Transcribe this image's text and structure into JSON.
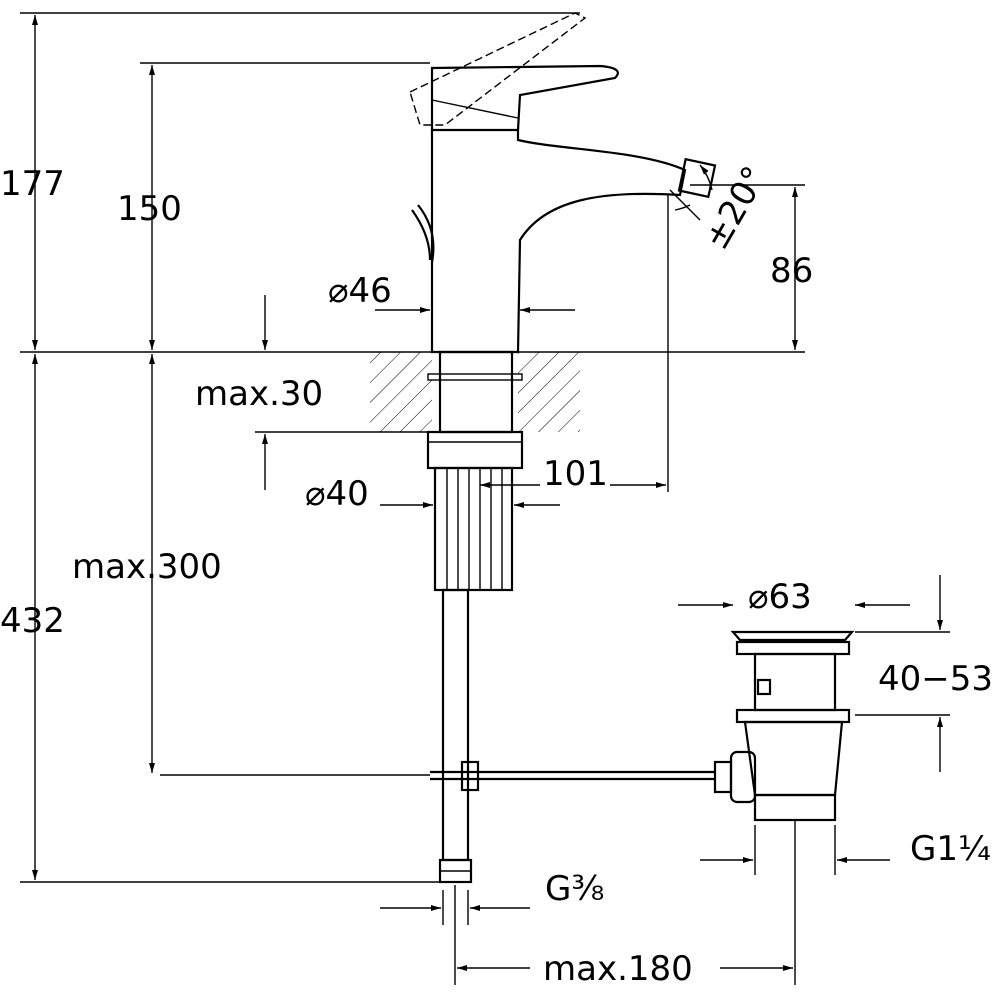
{
  "dimensions": {
    "total_height": "177",
    "spout_height": "150",
    "body_diameter": "⌀46",
    "nozzle_angle": "±20°",
    "nozzle_height": "86",
    "counter_thickness": "max.30",
    "spout_reach": "101",
    "shank_diameter": "⌀40",
    "hose_length": "max.300",
    "below_height": "432",
    "waste_diameter": "⌀63",
    "waste_range": "40−53",
    "waste_thread": "G1¼",
    "hose_thread": "G⅜",
    "rod_length": "max.180"
  }
}
